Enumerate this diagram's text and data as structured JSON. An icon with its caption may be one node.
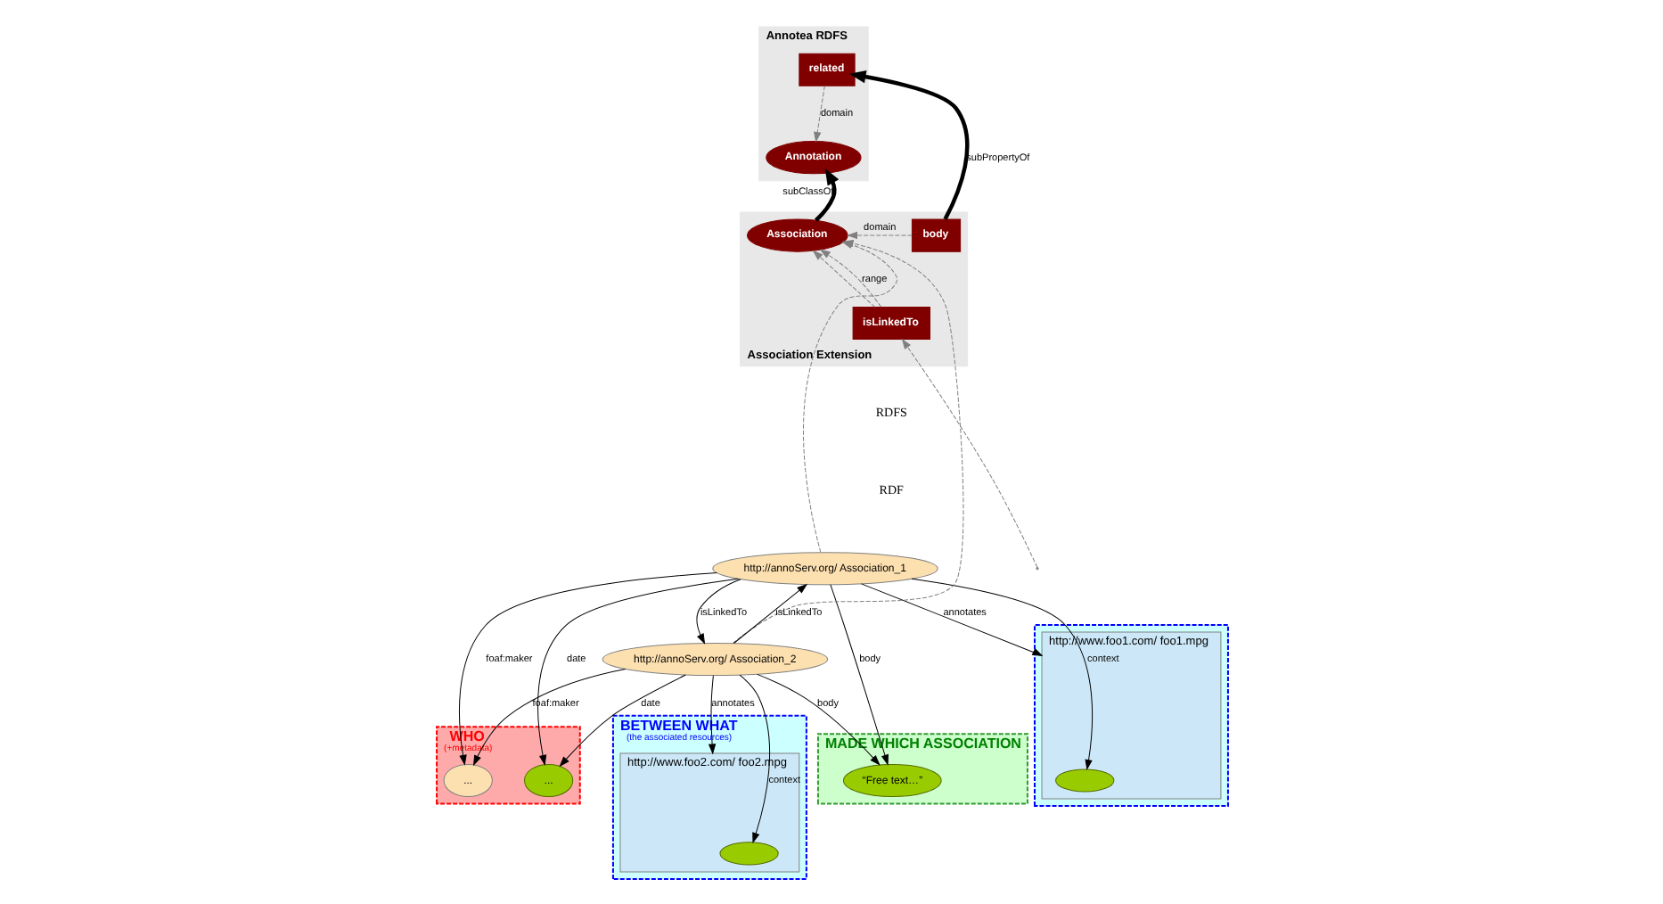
{
  "diagram": {
    "nodes": [
      {
        "text": [
          "Annotea RDFS"
        ]
      },
      {
        "text": [
          "Annotation"
        ],
        "in": 0
      },
      {
        "text": [
          "related"
        ],
        "in": 0
      },
      {
        "text": [
          "Association Extension"
        ]
      },
      {
        "text": [
          "Association"
        ],
        "in": 3
      },
      {
        "text": [
          "body"
        ],
        "in": 3
      },
      {
        "text": [
          "isLinkedTo"
        ],
        "in": 3
      },
      {
        "text": [
          "WHO",
          "(+metadata)"
        ]
      },
      {
        "text": [
          "..."
        ],
        "in": 7
      },
      {
        "text": [
          "..."
        ],
        "in": 7
      },
      {
        "text": [
          "http://annoServ.org/ Association_1"
        ]
      },
      {
        "text": [
          "http://annoServ.org/ Association_2"
        ]
      },
      {
        "text": [],
        "shape": "box"
      },
      {
        "text": [
          "http://www.foo1.com/ foo1.mpg"
        ],
        "in": 12
      },
      {
        "text": [],
        "shape": "circle",
        "in": 13
      },
      {
        "text": [
          "BETWEEN WHAT",
          "(the associated resources)"
        ]
      },
      {
        "text": [
          "http://www.foo2.com/ foo2.mpg"
        ],
        "in": 15
      },
      {
        "text": [],
        "shape": "circle",
        "in": 16
      },
      {
        "text": [
          "MADE WHICH ASSOCIATION"
        ]
      },
      {
        "text": [
          "“Free text…”"
        ],
        "in": 18
      }
    ],
    "edges": [
      {
        "from": 2,
        "to": 1,
        "arrow": "to",
        "label": "domain",
        "style": "dashed",
        "color": "#808080"
      },
      {
        "from": 4,
        "to": 1,
        "arrow": "to",
        "label": "subClassOf",
        "style": "thick"
      },
      {
        "from": 5,
        "to": 2,
        "arrow": "to",
        "label": "subPropertyOf",
        "style": "thick"
      },
      {
        "from": 5,
        "to": 4,
        "arrow": "to",
        "label": "domain",
        "style": "dashed",
        "color": "#808080"
      },
      {
        "from": 6,
        "to": 4,
        "arrow": "to",
        "style": "dashed",
        "color": "#808080"
      },
      {
        "from": 6,
        "to": 4,
        "arrow": "to",
        "label": "range",
        "style": "dashed",
        "color": "#808080"
      },
      {
        "from": 10,
        "to": 4,
        "arrow": "to",
        "style": "dashed",
        "color": "#808080"
      },
      {
        "from": 11,
        "to": 4,
        "arrow": "to",
        "style": "dashed",
        "color": "#808080"
      },
      {
        "from": null,
        "to": 6,
        "arrow": "to",
        "style": "dashed",
        "color": "#808080"
      },
      {
        "from": 10,
        "to": 8,
        "arrow": "to",
        "label": "foaf:maker"
      },
      {
        "from": 10,
        "to": 9,
        "arrow": "to",
        "label": "date"
      },
      {
        "from": 11,
        "to": 8,
        "arrow": "to",
        "label": "foaf:maker"
      },
      {
        "from": 11,
        "to": 9,
        "arrow": "to",
        "label": "date"
      },
      {
        "from": 10,
        "to": 11,
        "arrow": "to",
        "label": "isLinkedTo"
      },
      {
        "from": 11,
        "to": 10,
        "arrow": "to",
        "label": "isLinkedTo"
      },
      {
        "from": 10,
        "to": 13,
        "arrow": "to",
        "label": "annotates"
      },
      {
        "from": 10,
        "to": 14,
        "arrow": "to",
        "label": "context"
      },
      {
        "from": 11,
        "to": 16,
        "arrow": "to",
        "label": "annotates"
      },
      {
        "from": 11,
        "to": 17,
        "arrow": "to",
        "label": "context"
      },
      {
        "from": 10,
        "to": 19,
        "arrow": "to",
        "label": "body"
      },
      {
        "from": 11,
        "to": 19,
        "arrow": "to",
        "label": "body"
      }
    ],
    "labels": [
      "RDFS",
      "RDF"
    ]
  }
}
